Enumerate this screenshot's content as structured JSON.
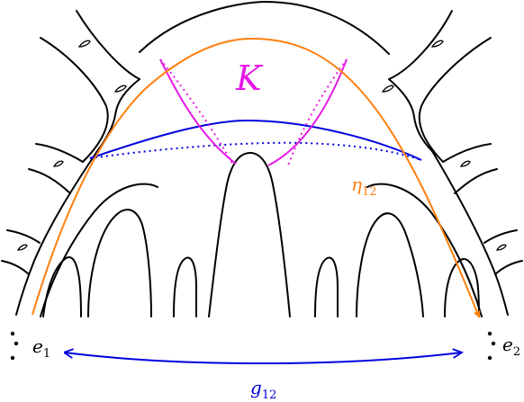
{
  "labels": {
    "K": "K",
    "eta": "η",
    "eta_sub": "12",
    "e1": "e",
    "e1_sub": "1",
    "e2": "e",
    "e2_sub": "2",
    "g": "g",
    "g_sub": "12"
  },
  "colors": {
    "surface": "#000000",
    "K": "#e619e6",
    "eta": "#ff7f0e",
    "g": "#0000e0"
  }
}
